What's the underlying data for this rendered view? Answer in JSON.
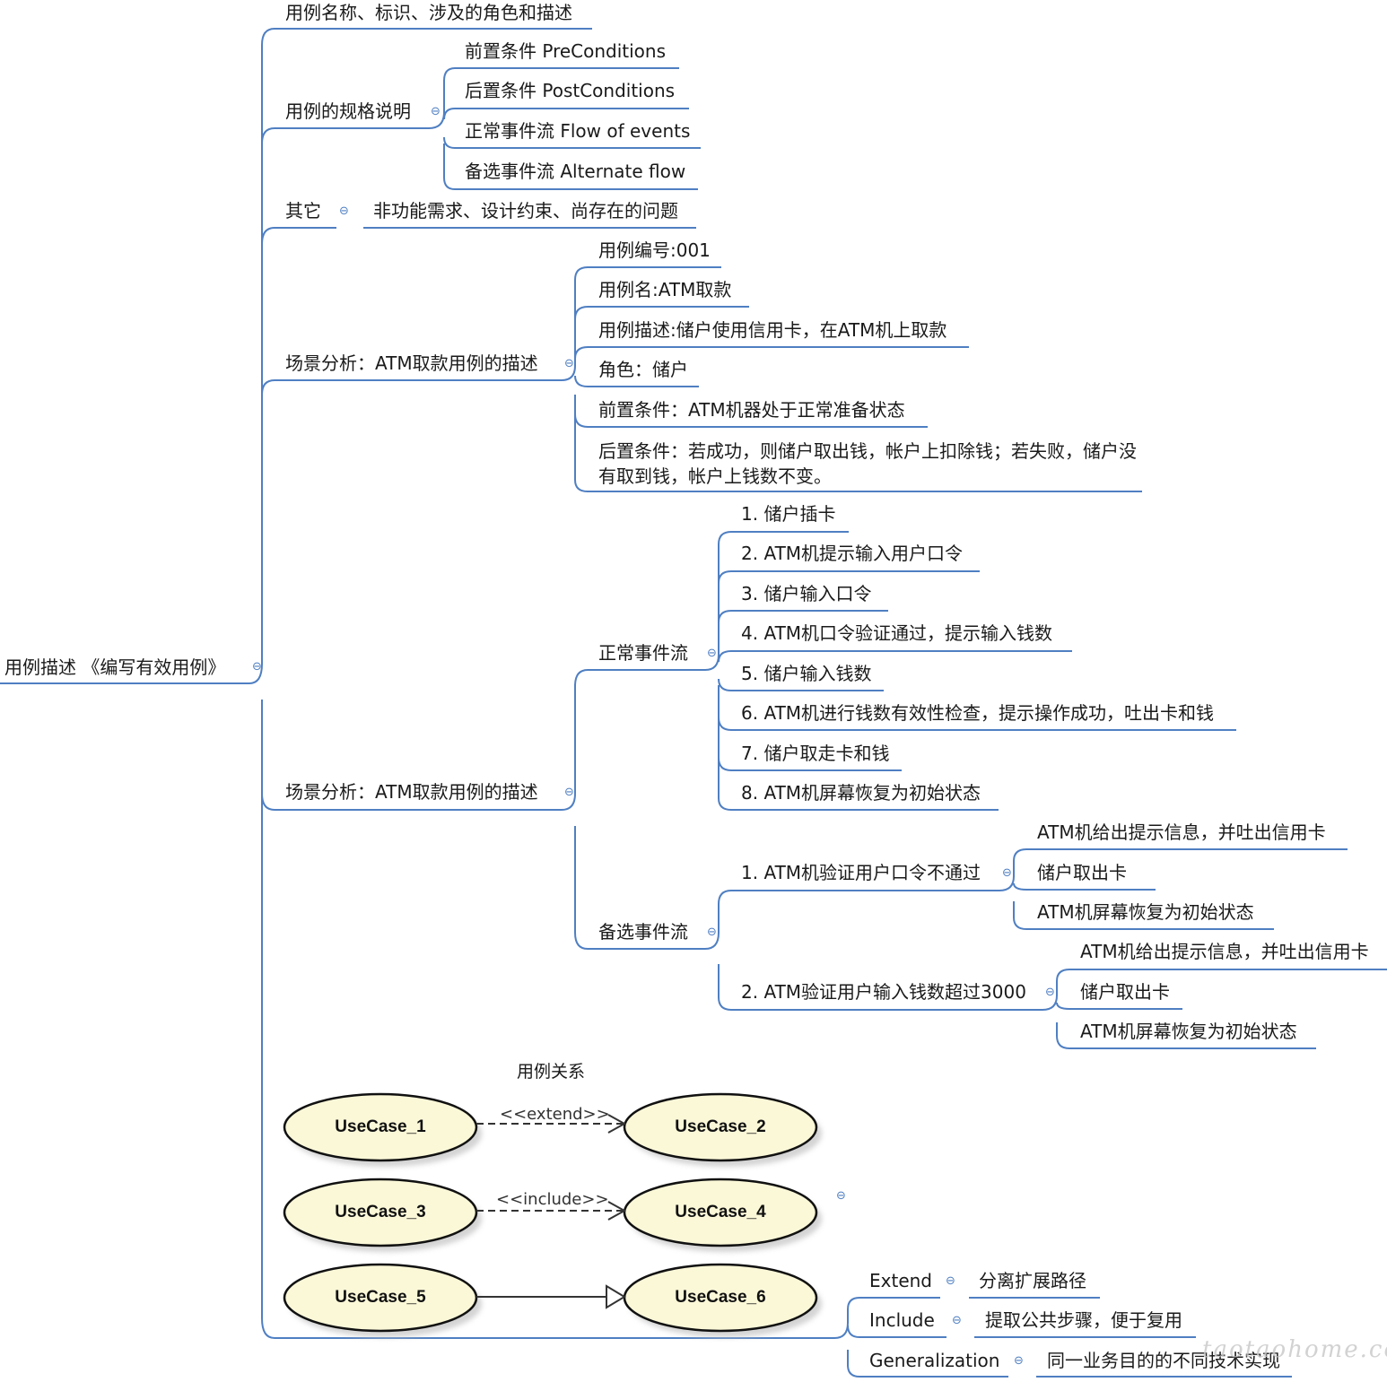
{
  "root": {
    "label": "用例描述 《编写有效用例》"
  },
  "branches": {
    "b1": {
      "label": "用例名称、标识、涉及的角色和描述"
    },
    "b2": {
      "label": "用例的规格说明",
      "children": [
        "前置条件 PreConditions",
        "后置条件 PostConditions",
        "正常事件流 Flow of events",
        "备选事件流 Alternate flow"
      ]
    },
    "b3": {
      "label": "其它",
      "child": "非功能需求、设计约束、尚存在的问题"
    },
    "b4": {
      "label": "场景分析：ATM取款用例的描述",
      "children": [
        "用例编号:001",
        "用例名:ATM取款",
        "用例描述:储户使用信用卡，在ATM机上取款",
        "角色：储户",
        "前置条件：ATM机器处于正常准备状态",
        "后置条件：若成功，则储户取出钱，帐户上扣除钱；若失败，储户没有取到钱，帐户上钱数不变。"
      ]
    },
    "b5": {
      "label": "场景分析：ATM取款用例的描述",
      "normal": {
        "label": "正常事件流",
        "steps": [
          "1. 储户插卡",
          "2. ATM机提示输入用户口令",
          "3. 储户输入口令",
          "4. ATM机口令验证通过，提示输入钱数",
          "5. 储户输入钱数",
          "6. ATM机进行钱数有效性检查，提示操作成功，吐出卡和钱",
          "7. 储户取走卡和钱",
          "8. ATM机屏幕恢复为初始状态"
        ]
      },
      "alternate": {
        "label": "备选事件流",
        "cases": [
          {
            "label": "1. ATM机验证用户口令不通过",
            "steps": [
              "ATM机给出提示信息，并吐出信用卡",
              "储户取出卡",
              "ATM机屏幕恢复为初始状态"
            ]
          },
          {
            "label": "2. ATM验证用户输入钱数超过3000",
            "steps": [
              "ATM机给出提示信息，并吐出信用卡",
              "储户取出卡",
              "ATM机屏幕恢复为初始状态"
            ]
          }
        ]
      }
    },
    "b6": {
      "diagram_title": "用例关系",
      "usecases": [
        "UseCase_1",
        "UseCase_2",
        "UseCase_3",
        "UseCase_4",
        "UseCase_5",
        "UseCase_6"
      ],
      "relations": [
        "<<extend>>",
        "<<include>>"
      ],
      "legend": [
        {
          "term": "Extend",
          "desc": "分离扩展路径"
        },
        {
          "term": "Include",
          "desc": "提取公共步骤，便于复用"
        },
        {
          "term": "Generalization",
          "desc": "同一业务目的的不同技术实现"
        }
      ]
    }
  },
  "watermark": "taotaohome.com",
  "colors": {
    "line": "#4f7fc2",
    "ellipse_fill": "#fbf8d8",
    "ellipse_shadow": "#c9c9c9"
  }
}
